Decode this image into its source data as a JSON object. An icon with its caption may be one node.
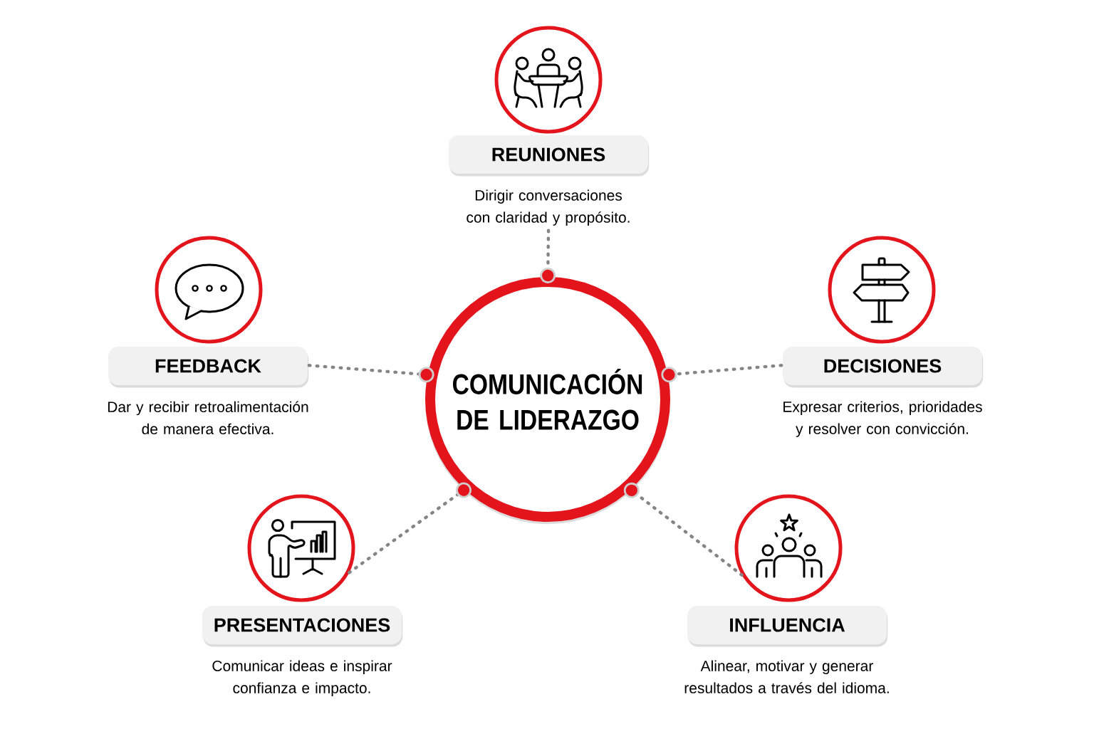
{
  "diagram": {
    "nodes": [
      {
        "text": [
          "COMUNICACIÓN DE LIDERAZGO"
        ]
      },
      {
        "text": [],
        "shape": "circle"
      },
      {
        "text": [
          "REUNIONES"
        ],
        "beside": [
          "Dirigir conversaciones con claridad y propósito."
        ]
      },
      {
        "text": [],
        "shape": "circle"
      },
      {
        "text": [
          "FEEDBACK"
        ],
        "beside": [
          "Dar y recibir retroalimentación de manera efectiva."
        ]
      },
      {
        "text": [],
        "shape": "circle"
      },
      {
        "text": [
          "DECISIONES"
        ],
        "beside": [
          "Expresar criterios, prioridades y resolver con convicción."
        ]
      },
      {
        "text": [],
        "shape": "circle"
      },
      {
        "text": [
          "PRESENTACIONES"
        ],
        "beside": [
          "Comunicar ideas e inspirar confianza e impacto."
        ]
      },
      {
        "text": [],
        "shape": "circle"
      },
      {
        "text": [
          "INFLUENCIA"
        ],
        "beside": [
          "Alinear, motivar y generar resultados a través del idioma."
        ]
      }
    ],
    "edges": [
      {
        "from": 0,
        "to": 2,
        "arrow": "other"
      },
      {
        "from": 0,
        "to": 4,
        "arrow": "other"
      },
      {
        "from": 0,
        "to": 6,
        "arrow": "other"
      },
      {
        "from": 0,
        "to": 7,
        "arrow": "other"
      },
      {
        "from": 0,
        "to": 9,
        "arrow": "other"
      }
    ]
  }
}
